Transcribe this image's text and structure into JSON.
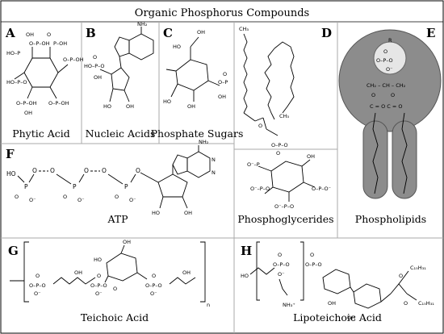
{
  "title": "Organic Phosphorus Compounds",
  "panels": {
    "A": {
      "letter": "A",
      "caption": "Phytic Acid"
    },
    "B": {
      "letter": "B",
      "caption": "Nucleic Acids"
    },
    "C": {
      "letter": "C",
      "caption": "Phosphate Sugars"
    },
    "D": {
      "letter": "D",
      "caption": "Phosphoglycerides"
    },
    "E": {
      "letter": "E",
      "caption": "Phospholipids"
    },
    "F": {
      "letter": "F",
      "caption": "ATP"
    },
    "G": {
      "letter": "G",
      "caption": "Teichoic Acid"
    },
    "H": {
      "letter": "H",
      "caption": "Lipoteichoic Acid"
    }
  },
  "atoms": {
    "oh": "OH",
    "ho": "HO",
    "o": "O",
    "p": "P",
    "o_minus": "O⁻",
    "nh2": "NH₂",
    "n": "N",
    "r": "R",
    "ch3": "CH₃",
    "glycerol": "CH₂ – CH – CH₂",
    "carbonyl": "C = O  C = O",
    "ester_o": "O   O",
    "n_subscript": "n",
    "fatty_c": "C₁₅H₃₁",
    "amine": "NH₃⁺"
  }
}
